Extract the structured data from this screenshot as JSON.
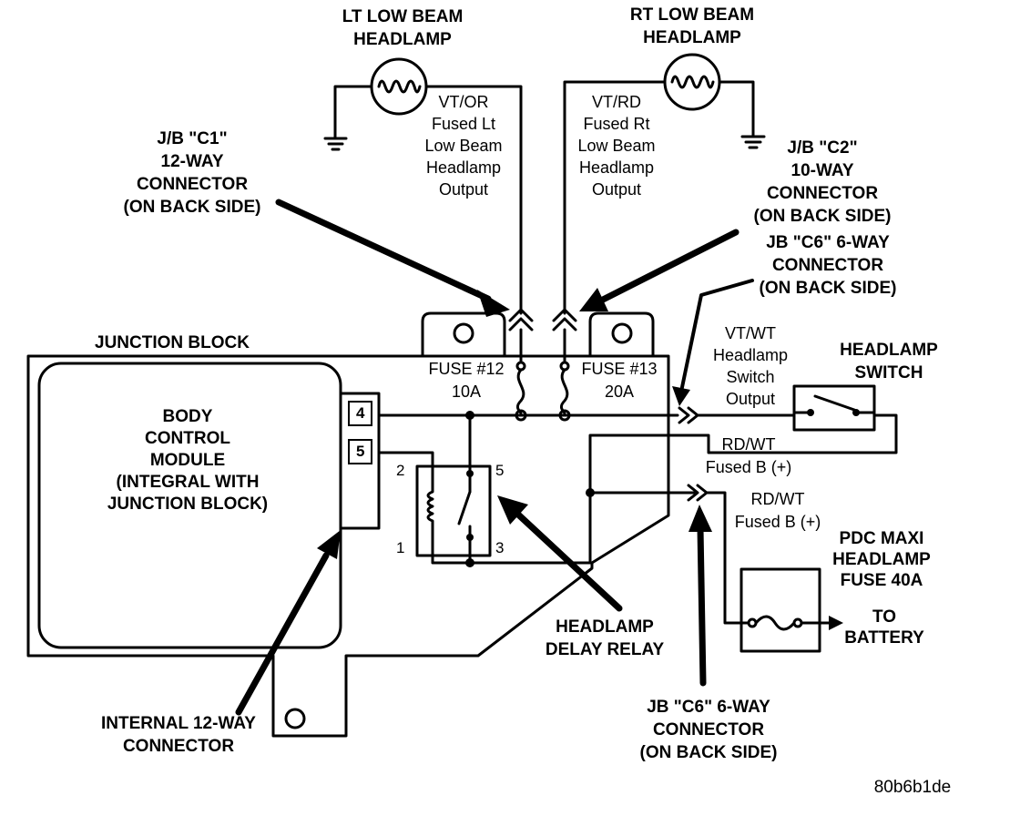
{
  "labels": {
    "lt_low_beam": "LT LOW BEAM\nHEADLAMP",
    "rt_low_beam": "RT LOW BEAM\nHEADLAMP",
    "lt_output": "VT/OR\nFused Lt\nLow Beam\nHeadlamp\nOutput",
    "rt_output": "VT/RD\nFused Rt\nLow Beam\nHeadlamp\nOutput",
    "c1_connector": "J/B \"C1\"\n12-WAY\nCONNECTOR\n(ON BACK SIDE)",
    "c2_connector": "J/B \"C2\"\n10-WAY\nCONNECTOR\n(ON BACK SIDE)",
    "c6_connector_top": "JB \"C6\" 6-WAY\nCONNECTOR\n(ON BACK SIDE)",
    "c6_connector_bottom": "JB \"C6\" 6-WAY\nCONNECTOR\n(ON BACK SIDE)",
    "junction_block": "JUNCTION BLOCK",
    "fuse12": "FUSE #12\n10A",
    "fuse13": "FUSE #13\n20A",
    "body_control_module": "BODY\nCONTROL\nMODULE\n(INTEGRAL WITH\nJUNCTION BLOCK)",
    "switch_output": "VT/WT\nHeadlamp\nSwitch\nOutput",
    "headlamp_switch": "HEADLAMP\nSWITCH",
    "rdwt_upper": "RD/WT\nFused B (+)",
    "rdwt_lower": "RD/WT\nFused B (+)",
    "pdc_fuse": "PDC MAXI\nHEADLAMP\nFUSE 40A",
    "to_battery": "TO\nBATTERY",
    "delay_relay": "HEADLAMP\nDELAY RELAY",
    "internal_connector": "INTERNAL 12-WAY\nCONNECTOR",
    "figure_id": "80b6b1de"
  },
  "pins": {
    "bcm_pin_4": "4",
    "bcm_pin_5": "5",
    "relay_pin_1": "1",
    "relay_pin_2": "2",
    "relay_pin_3": "3",
    "relay_pin_5": "5"
  }
}
